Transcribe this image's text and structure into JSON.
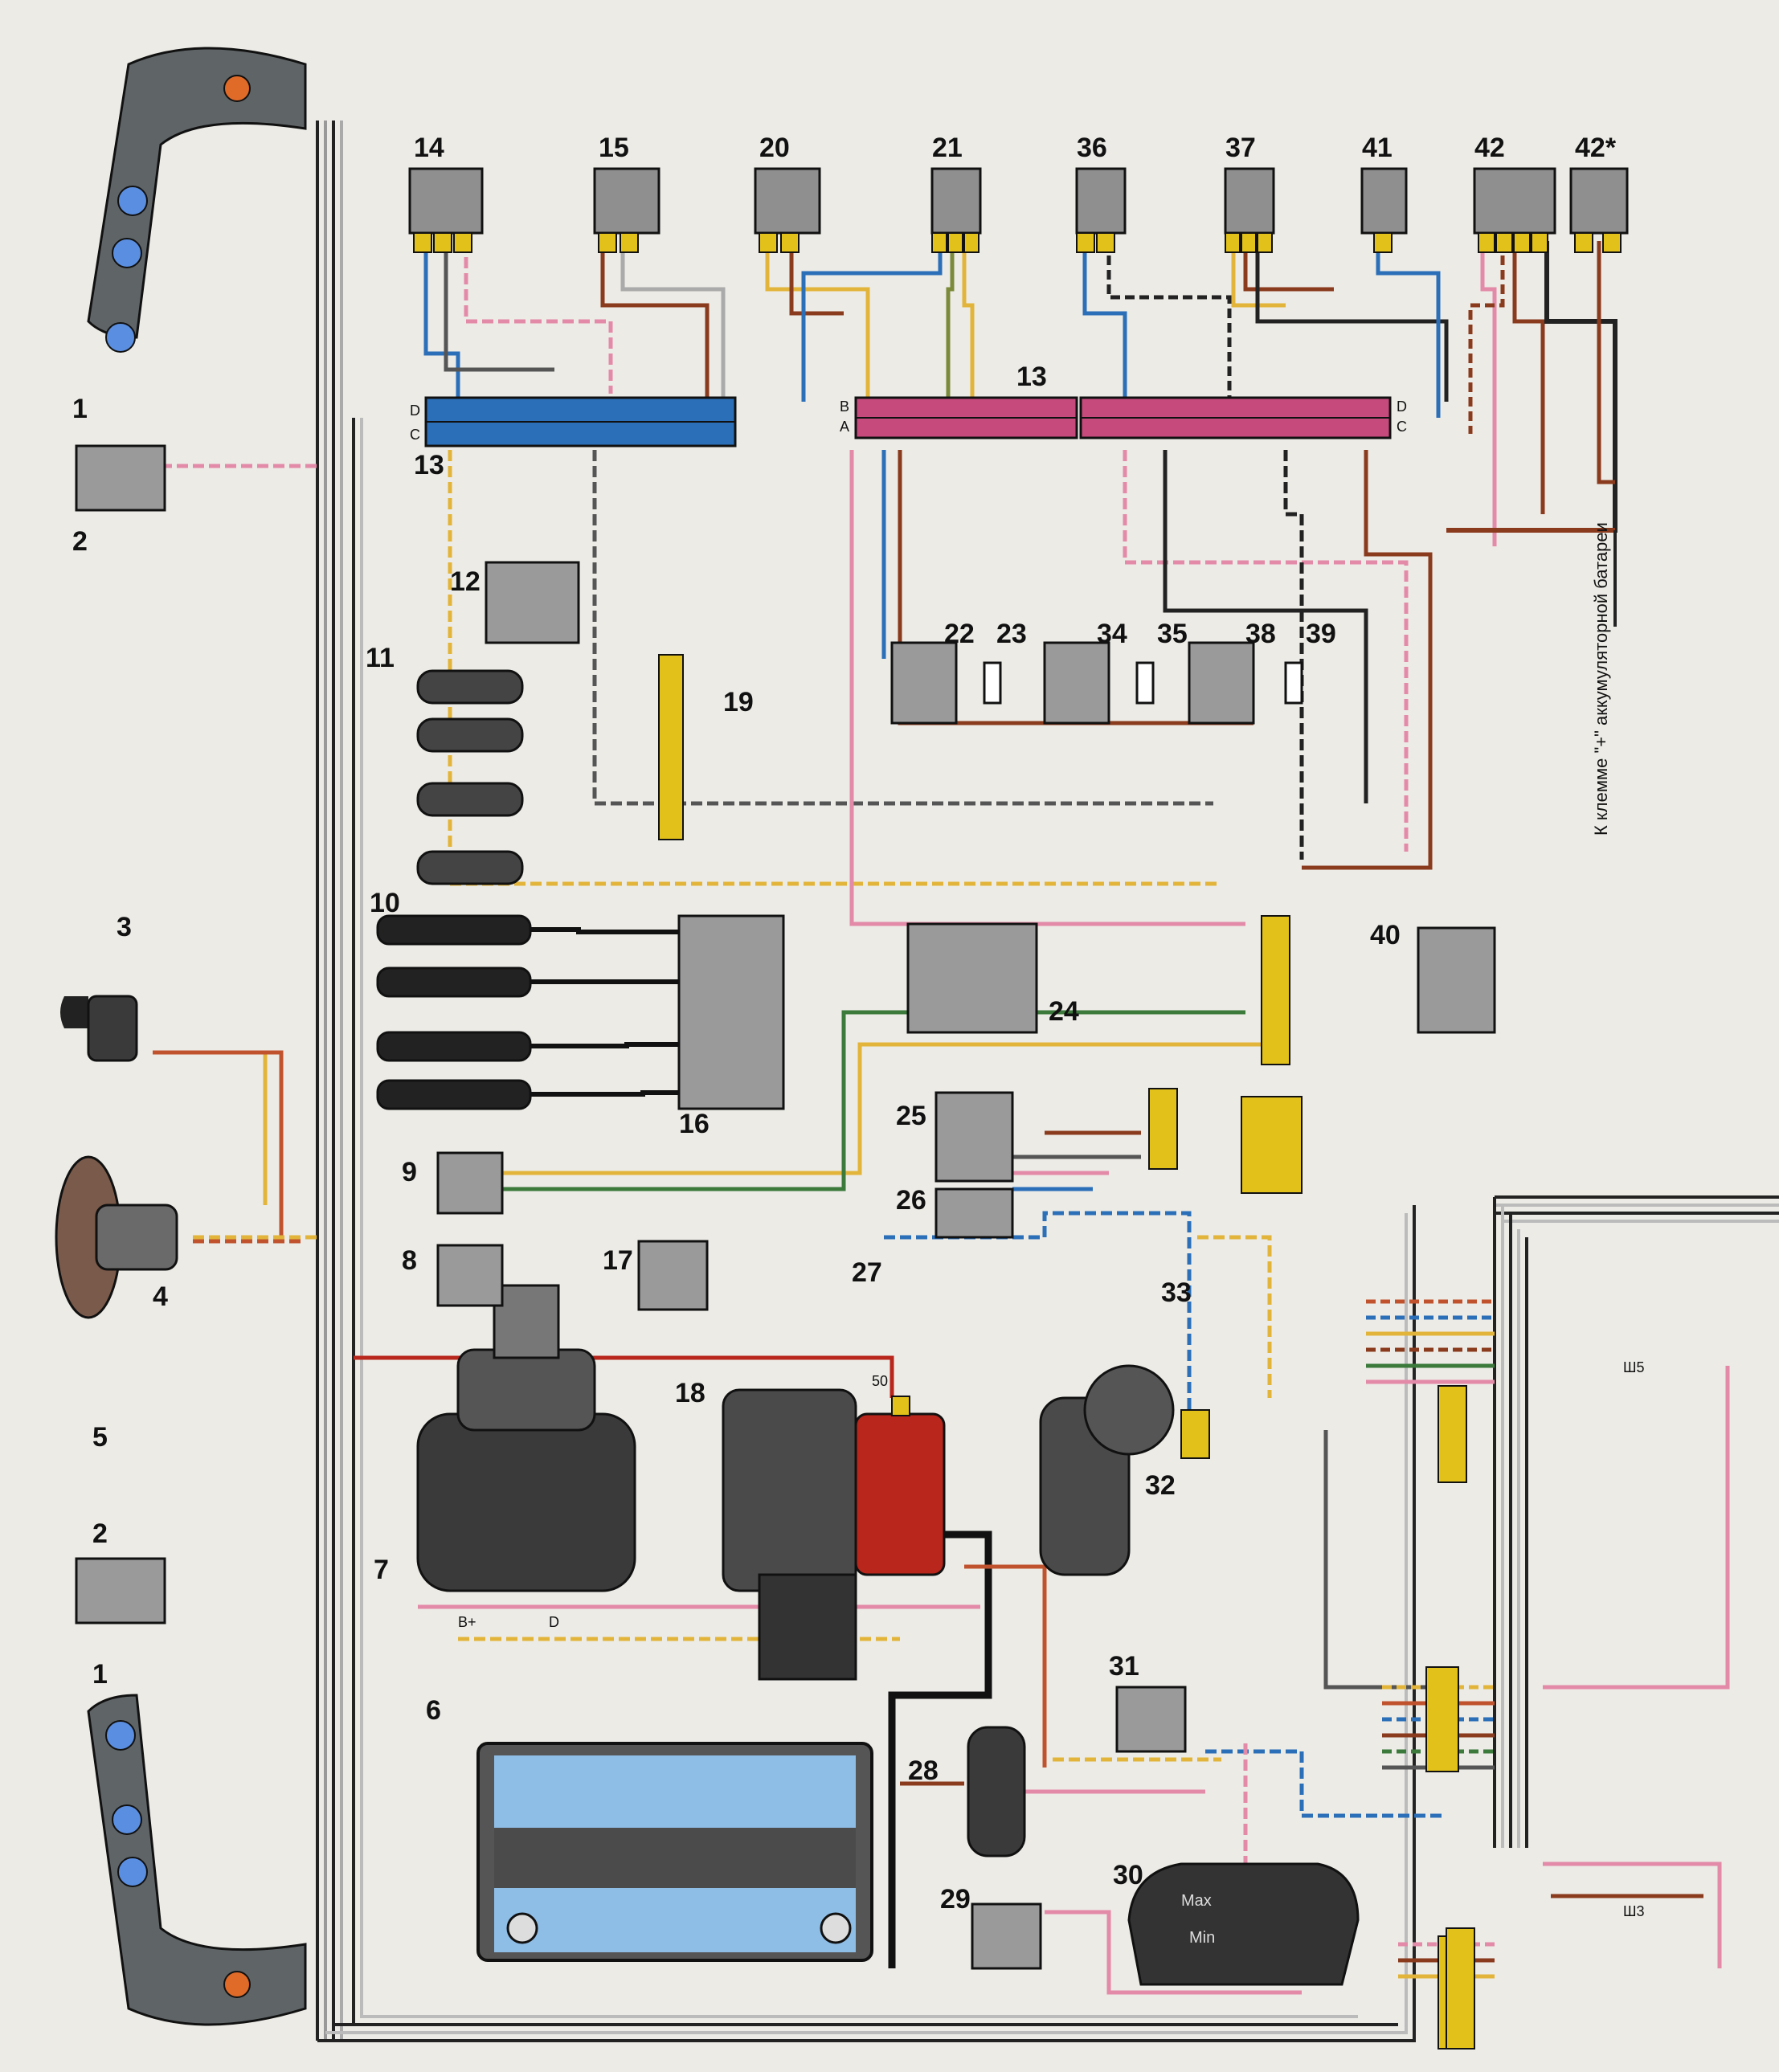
{
  "components": {
    "c1_top": "1",
    "c2_top": "2",
    "c3": "3",
    "c4": "4",
    "c5": "5",
    "c6": "6",
    "c7": "7",
    "c8": "8",
    "c9": "9",
    "c10": "10",
    "c11": "11",
    "c12": "12",
    "c13_left": "13",
    "c13_right": "13",
    "c14": "14",
    "c15": "15",
    "c16": "16",
    "c17": "17",
    "c18": "18",
    "c19": "19",
    "c20": "20",
    "c21": "21",
    "c22": "22",
    "c23": "23",
    "c24": "24",
    "c25": "25",
    "c26": "26",
    "c27": "27",
    "c28": "28",
    "c29": "29",
    "c30": "30",
    "c31": "31",
    "c32": "32",
    "c33": "33",
    "c34": "34",
    "c35": "35",
    "c36": "36",
    "c37": "37",
    "c38": "38",
    "c39": "39",
    "c40": "40",
    "c41": "41",
    "c42": "42",
    "c42s": "42*",
    "c2_bottom": "2",
    "c1_bottom": "1"
  },
  "connectors": {
    "sh5": "Ш5",
    "sh3": "Ш3"
  },
  "battery_note": "К клемме \"+\" аккумуляторной батареи",
  "level_labels": {
    "max": "Max",
    "min": "Min"
  },
  "generator_terminals": {
    "b_plus": "B+",
    "d": "D"
  },
  "starter_terminal": "50",
  "ecu_rows": {
    "left_top": "D",
    "left_bottom": "C",
    "mid_top": "B",
    "mid_bottom": "A",
    "right_top": "D",
    "right_bottom": "C"
  },
  "colors": {
    "blue_connector": "#2b6fb8",
    "pink_connector": "#c64a7c",
    "yellow_connector": "#e2c21a",
    "battery_blue": "#8ebde6",
    "coil_red": "#b8261c"
  }
}
